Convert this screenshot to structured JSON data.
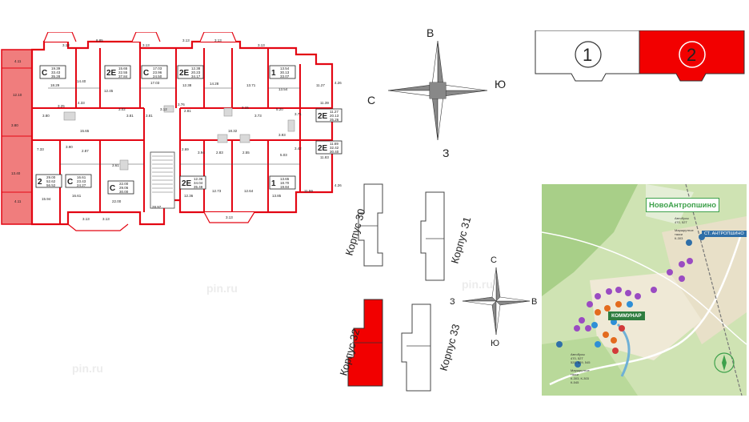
{
  "floor_plan": {
    "selected_apartment": {
      "type": "2",
      "areas": [
        "29.00",
        "52.62",
        "56.52"
      ],
      "rooms": [
        "12.10",
        "3.80",
        "13.40",
        "15.94",
        "7.33",
        "4.11",
        "4.11"
      ]
    },
    "apartments": [
      {
        "type": "С",
        "areas": [
          "19.39",
          "33.43",
          "35.28"
        ]
      },
      {
        "type": "2Е",
        "areas": [
          "15.65",
          "22.55",
          "37.84"
        ]
      },
      {
        "type": "С",
        "areas": [
          "17.03",
          "23.96",
          "24.50"
        ]
      },
      {
        "type": "2Е",
        "areas": [
          "12.38",
          "20.23",
          "34.17"
        ]
      },
      {
        "type": "1",
        "areas": [
          "13.54",
          "30.13",
          "33.07"
        ]
      },
      {
        "type": "2Е",
        "areas": [
          "11.27",
          "20.13",
          "35.26"
        ]
      },
      {
        "type": "2Е",
        "areas": [
          "11.69",
          "32.42",
          "30.40"
        ]
      },
      {
        "type": "С",
        "areas": [
          "16.61",
          "23.43",
          "24.27"
        ]
      },
      {
        "type": "С",
        "areas": [
          "22.00",
          "29.06",
          "30.00"
        ]
      },
      {
        "type": "2Е",
        "areas": [
          "12.36",
          "34.04",
          "35.48"
        ]
      },
      {
        "type": "1",
        "areas": [
          "13.65",
          "18.70",
          "19.84"
        ]
      }
    ],
    "dimensions": [
      "3.13",
      "8.85",
      "3.13",
      "3.13",
      "3.13",
      "3.13",
      "18.29",
      "14.40",
      "12.45",
      "17.03",
      "12.38",
      "14.28",
      "13.71",
      "13.54",
      "11.27",
      "4.26",
      "11.39",
      "3.25",
      "4.33",
      "3.02",
      "3.81",
      "3.76",
      "3.15",
      "3.73",
      "5.20",
      "3.80",
      "15.65",
      "3.81",
      "2.81",
      "3.12",
      "18.32",
      "3.71",
      "3.90",
      "3.93",
      "2.69",
      "3.94",
      "2.83",
      "2.55",
      "5.03",
      "3.42",
      "11.83",
      "2.87",
      "3.61",
      "16.61",
      "22.00",
      "28.97",
      "12.36",
      "12.73",
      "12.64",
      "13.85",
      "11.59",
      "4.26",
      "3.13",
      "3.13",
      "3.13"
    ]
  },
  "compass_large": {
    "north": "В",
    "south": "З",
    "east": "Ю",
    "west": "С"
  },
  "compass_small": {
    "north": "С",
    "south": "Ю",
    "east": "В",
    "west": "З"
  },
  "sections": {
    "left": "1",
    "right": "2",
    "active": "2"
  },
  "buildings": [
    {
      "label": "Корпус 30",
      "selected": false
    },
    {
      "label": "Корпус 31",
      "selected": false
    },
    {
      "label": "Корпус 32",
      "selected": true
    },
    {
      "label": "Корпус 33",
      "selected": false
    }
  ],
  "map": {
    "logo": "НовоАнтропшино",
    "station": "СТ. АНТРОПШИНО",
    "district": "КОММУНАР",
    "bus_note_top": "Автобусы\n470, 52Т\n\nМаршрутное\nтакси\nК-303",
    "bus_note_bottom": "Автобусы\n470, 52Т\n520, 529, 545\n\nМаршрутное\nтакси\nК-303, К-303\nК-545"
  },
  "watermark": "pin.ru",
  "colors": {
    "accent_red": "#e30613",
    "selected_fill": "#f07d7d",
    "map_green": "#cfe3b3",
    "section_red": "#f20000"
  }
}
